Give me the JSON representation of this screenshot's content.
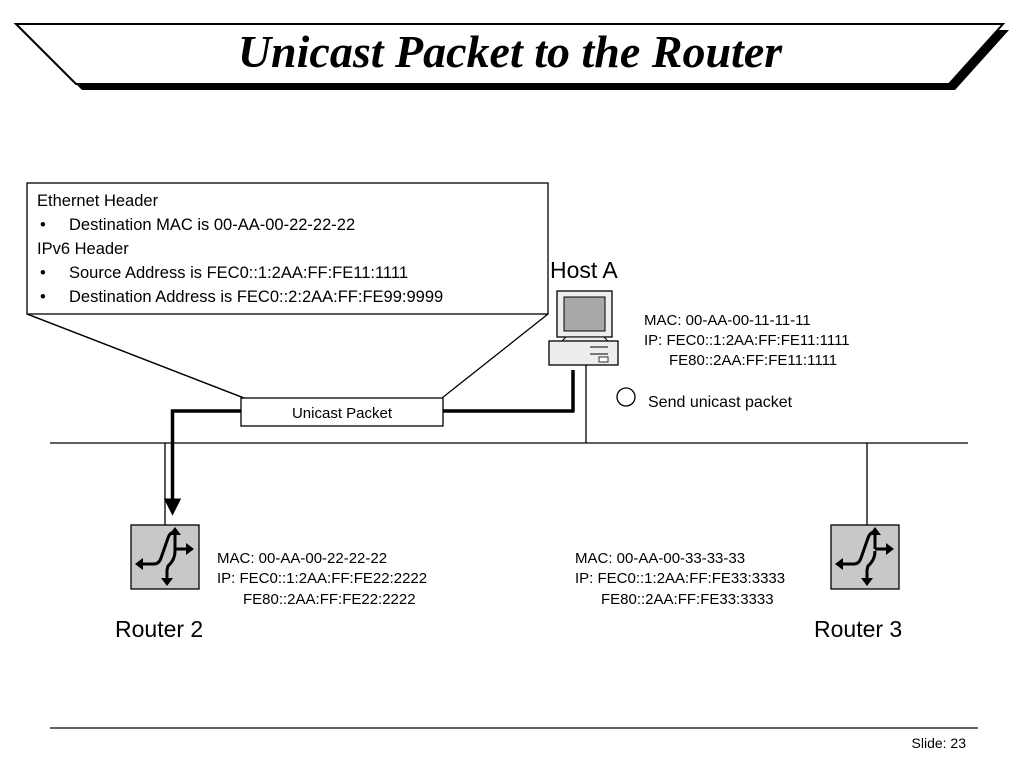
{
  "slide": {
    "title": "Unicast Packet to the Router",
    "footer": "Slide: 23"
  },
  "callout": {
    "line1": "Ethernet Header",
    "line2_bullet": "•",
    "line2": "Destination MAC is 00-AA-00-22-22-22",
    "line3": "IPv6 Header",
    "line4_bullet": "•",
    "line4": "Source Address is FEC0::1:2AA:FF:FE11:1111",
    "line5_bullet": "•",
    "line5": "Destination Address is FEC0::2:2AA:FF:FE99:9999"
  },
  "packet_label": "Unicast Packet",
  "host_a": {
    "name": "Host A",
    "mac": "MAC: 00-AA-00-11-11-11",
    "ip1": "IP: FEC0::1:2AA:FF:FE11:1111",
    "ip2": "FE80::2AA:FF:FE11:1111",
    "step_marker": "",
    "step_text": "Send unicast packet"
  },
  "router2": {
    "name": "Router 2",
    "mac": "MAC: 00-AA-00-22-22-22",
    "ip1": "IP: FEC0::1:2AA:FF:FE22:2222",
    "ip2": "FE80::2AA:FF:FE22:2222"
  },
  "router3": {
    "name": "Router 3",
    "mac": "MAC: 00-AA-00-33-33-33",
    "ip1": "IP: FEC0::1:2AA:FF:FE33:3333",
    "ip2": "FE80::2AA:FF:FE33:3333"
  },
  "colors": {
    "router_fill": "#c8c8c8",
    "computer_fill": "#ededed",
    "screen_fill": "#a8a8a8"
  }
}
